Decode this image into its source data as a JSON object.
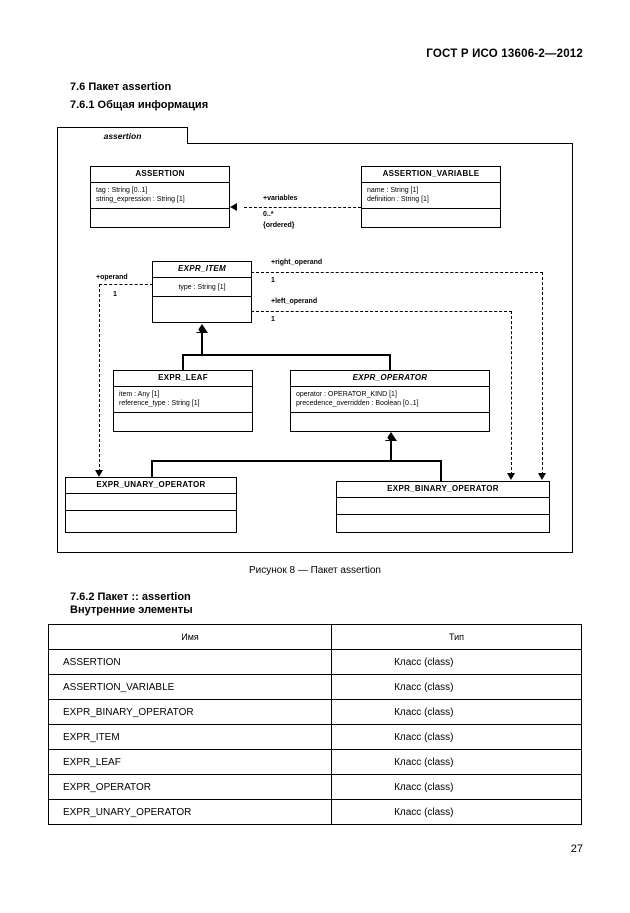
{
  "document": {
    "header": "ГОСТ Р ИСО 13606-2—2012",
    "page_number": "27"
  },
  "sections": {
    "s76": "7.6 Пакет assertion",
    "s761": "7.6.1 Общая информация",
    "s762": "7.6.2 Пакет :: assertion",
    "s762_sub": "Внутренние элементы"
  },
  "figure": {
    "caption": "Рисунок 8 — Пакет assertion",
    "package_tab": "assertion",
    "classes": {
      "assertion": {
        "name": "ASSERTION",
        "attrs": [
          "tag : String [0..1]",
          "string_expression : String [1]"
        ]
      },
      "assertion_variable": {
        "name": "ASSERTION_VARIABLE",
        "attrs": [
          "name : String [1]",
          "definition : String [1]"
        ]
      },
      "expr_item": {
        "name": "EXPR_ITEM",
        "attrs": [
          "type : String [1]"
        ]
      },
      "expr_leaf": {
        "name": "EXPR_LEAF",
        "attrs": [
          "item : Any [1]",
          "reference_type : String [1]"
        ]
      },
      "expr_operator": {
        "name": "EXPR_OPERATOR",
        "attrs": [
          "operator : OPERATOR_KIND [1]",
          "precedence_overridden : Boolean [0..1]"
        ]
      },
      "expr_unary_operator": {
        "name": "EXPR_UNARY_OPERATOR",
        "attrs": []
      },
      "expr_binary_operator": {
        "name": "EXPR_BINARY_OPERATOR",
        "attrs": []
      }
    },
    "associations": {
      "variables_role": "+variables",
      "variables_mult": "0..*",
      "variables_constraint": "{ordered}",
      "operand_role": "+operand",
      "operand_mult": "1",
      "right_operand_role": "+right_operand",
      "right_operand_mult": "1",
      "left_operand_role": "+left_operand",
      "left_operand_mult": "1"
    }
  },
  "table": {
    "headers": [
      "Имя",
      "Тип"
    ],
    "rows": [
      {
        "name": "ASSERTION",
        "type": "Класс  (class)"
      },
      {
        "name": "ASSERTION_VARIABLE",
        "type": "Класс  (class)"
      },
      {
        "name": "EXPR_BINARY_OPERATOR",
        "type": "Класс  (class)"
      },
      {
        "name": "EXPR_ITEM",
        "type": "Класс  (class)"
      },
      {
        "name": "EXPR_LEAF",
        "type": "Класс  (class)"
      },
      {
        "name": "EXPR_OPERATOR",
        "type": "Класс  (class)"
      },
      {
        "name": "EXPR_UNARY_OPERATOR",
        "type": "Класс  (class)"
      }
    ]
  }
}
